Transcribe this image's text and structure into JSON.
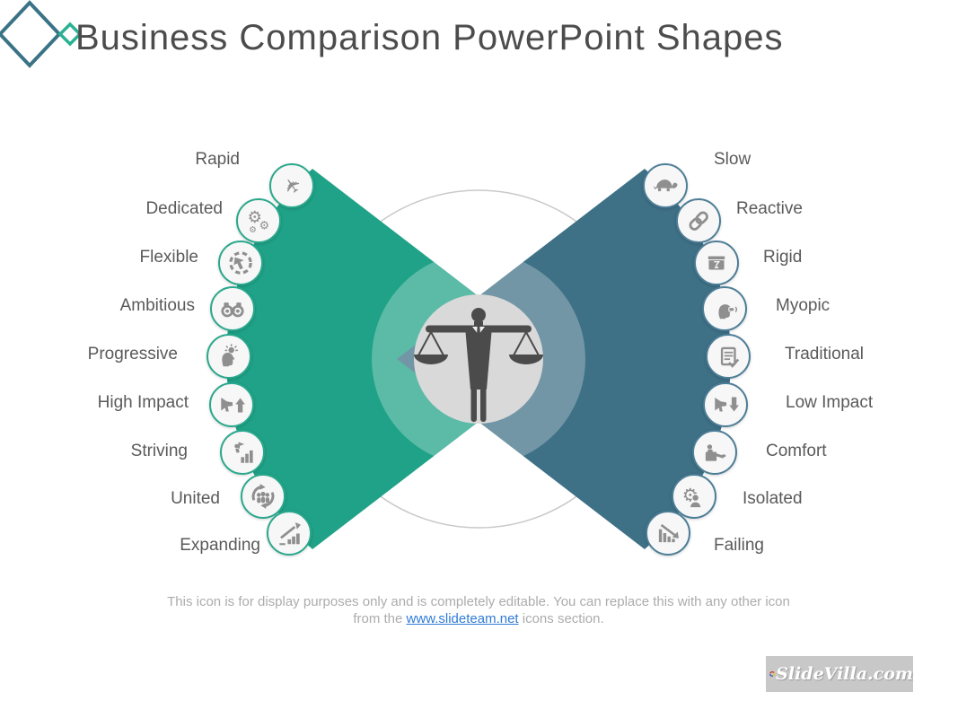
{
  "header": {
    "title": "Business Comparison PowerPoint Shapes"
  },
  "diagram": {
    "center_icon": "businessman-balance-scales",
    "left": {
      "color": "#1FA287",
      "light_color": "#4FB5A0",
      "items": [
        {
          "label": "Rapid",
          "icon": "airplane"
        },
        {
          "label": "Dedicated",
          "icon": "gears"
        },
        {
          "label": "Flexible",
          "icon": "cursor-dashed-circle"
        },
        {
          "label": "Ambitious",
          "icon": "binoculars"
        },
        {
          "label": "Progressive",
          "icon": "head-lightbulb"
        },
        {
          "label": "High Impact",
          "icon": "megaphone-up-arrow"
        },
        {
          "label": "Striving",
          "icon": "person-bar-chart-flag"
        },
        {
          "label": "United",
          "icon": "team-circular-arrows"
        },
        {
          "label": "Expanding",
          "icon": "growth-chart-arrow"
        }
      ]
    },
    "right": {
      "color": "#3E7086",
      "light_color": "#6F93A4",
      "items": [
        {
          "label": "Slow",
          "icon": "turtle"
        },
        {
          "label": "Reactive",
          "icon": "chain-link"
        },
        {
          "label": "Rigid",
          "icon": "crate-fragile"
        },
        {
          "label": "Myopic",
          "icon": "head-goggles"
        },
        {
          "label": "Traditional",
          "icon": "document-check"
        },
        {
          "label": "Low Impact",
          "icon": "megaphone-down-arrow"
        },
        {
          "label": "Comfort",
          "icon": "person-desk-relaxing"
        },
        {
          "label": "Isolated",
          "icon": "person-gear"
        },
        {
          "label": "Failing",
          "icon": "declining-chart-arrow"
        }
      ]
    }
  },
  "footer": {
    "line1": "This icon is for display purposes only and is completely editable. You can replace this with any other icon",
    "line2_prefix": "from the ",
    "link_text": "www.slideteam.net",
    "line2_suffix": " icons section."
  },
  "watermark": {
    "text": "SlideVilla.com"
  }
}
